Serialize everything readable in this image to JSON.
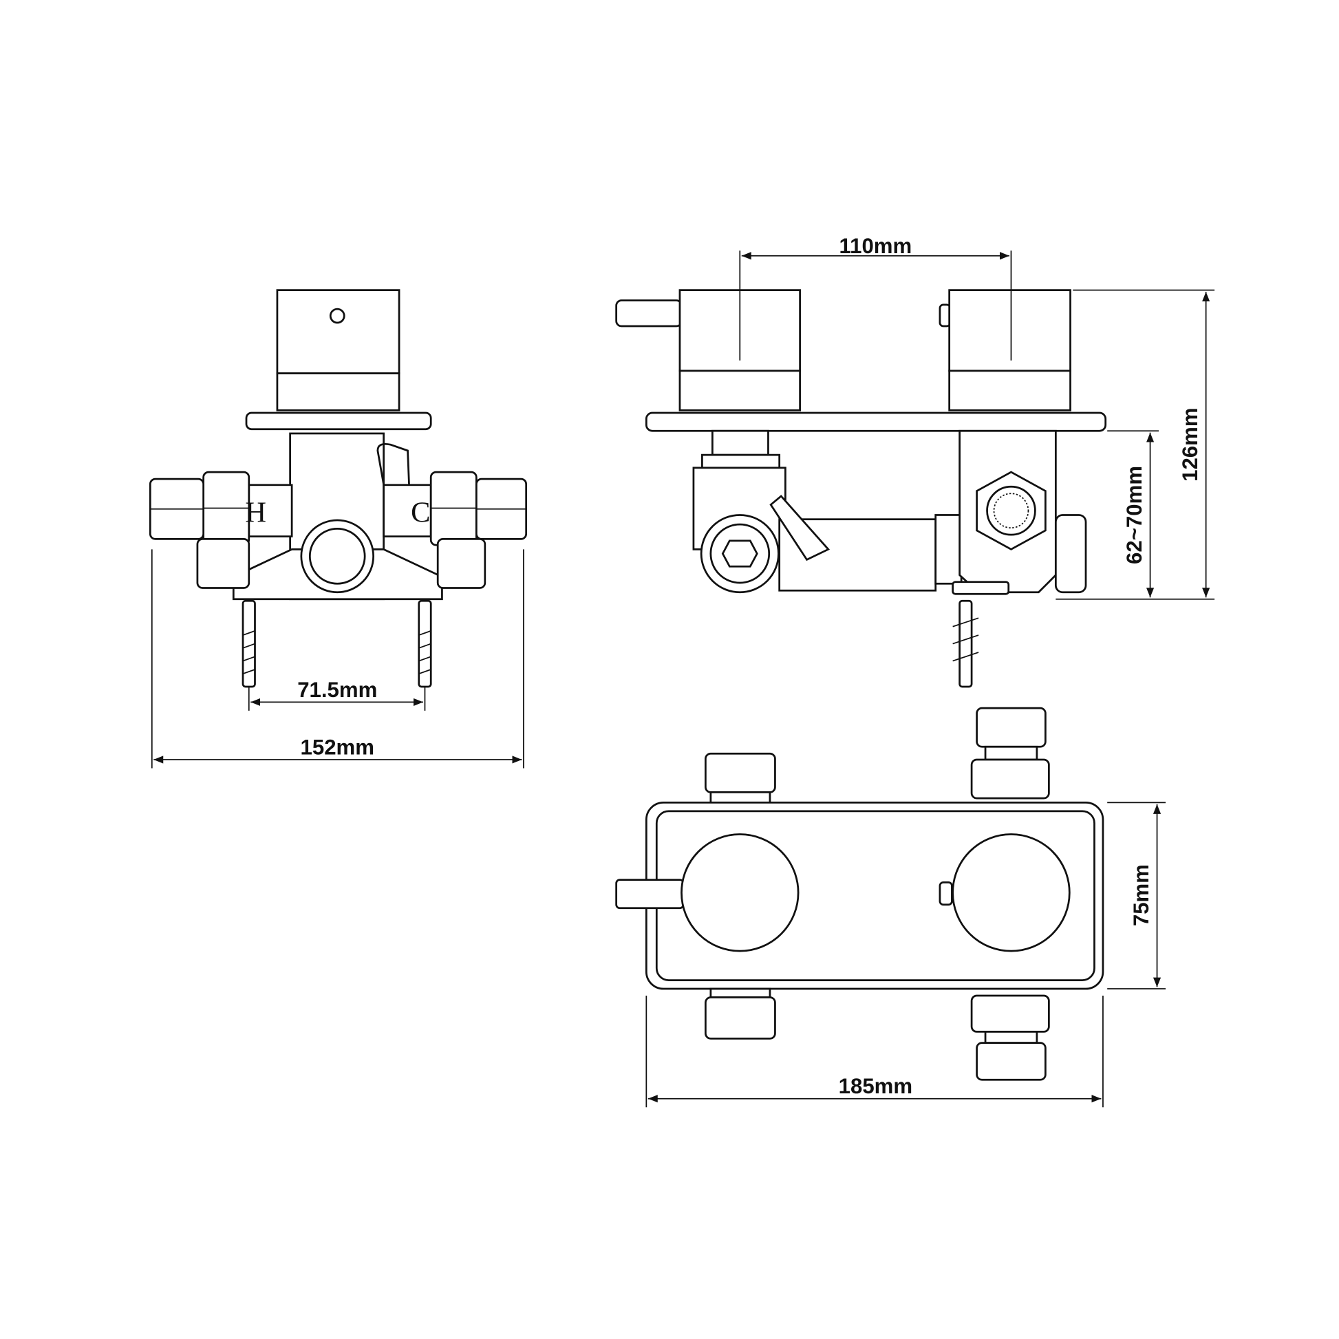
{
  "drawing": {
    "front_view": {
      "labels": {
        "hot": "H",
        "cold": "C"
      },
      "dimensions": {
        "anchor_spacing": "71.5mm",
        "overall_width": "152mm"
      }
    },
    "side_view": {
      "dimensions": {
        "knob_spacing": "110mm",
        "overall_height": "126mm",
        "wall_depth": "62~70mm"
      }
    },
    "top_view": {
      "dimensions": {
        "plate_width": "185mm",
        "plate_height": "75mm"
      }
    },
    "colors": {
      "line": "#111111",
      "background": "#ffffff"
    }
  }
}
